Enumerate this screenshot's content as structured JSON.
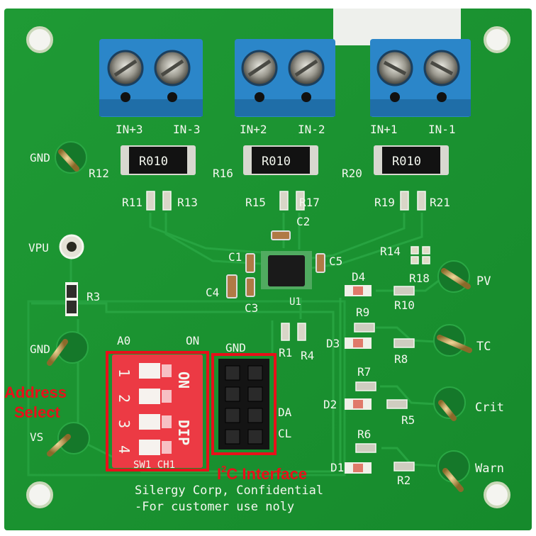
{
  "board": {
    "terminals": [
      {
        "pos": "IN+3",
        "neg": "IN-3"
      },
      {
        "pos": "IN+2",
        "neg": "IN-2"
      },
      {
        "pos": "IN+1",
        "neg": "IN-1"
      }
    ],
    "shunts": [
      {
        "label": "R12",
        "value": "R010"
      },
      {
        "label": "R16",
        "value": "R010"
      },
      {
        "label": "R20",
        "value": "R010"
      }
    ],
    "resistor_labels": {
      "r11": "R11",
      "r13": "R13",
      "r15": "R15",
      "r17": "R17",
      "r19": "R19",
      "r21": "R21",
      "r14": "R14",
      "r18": "R18",
      "r10": "R10",
      "r9": "R9",
      "r8": "R8",
      "r7": "R7",
      "r6": "R6",
      "r5": "R5",
      "r2": "R2",
      "r1": "R1",
      "r4": "R4",
      "r3": "R3"
    },
    "cap_labels": {
      "c1": "C1",
      "c2": "C2",
      "c3": "C3",
      "c4": "C4",
      "c5": "C5"
    },
    "ic_label": "U1",
    "led_labels": {
      "d1": "D1",
      "d2": "D2",
      "d3": "D3",
      "d4": "D4"
    },
    "left_pins": {
      "gnd_top": "GND",
      "vpu": "VPU",
      "gnd_mid": "GND",
      "vs": "VS"
    },
    "right_pins": {
      "pv": "PV",
      "tc": "TC",
      "crit": "Crit",
      "warn": "Warn"
    },
    "dip": {
      "a0": "A0",
      "on": "ON",
      "numbers": [
        "1",
        "2",
        "3",
        "4"
      ],
      "body_on": "ON",
      "body_dip": "DIP",
      "bottom": "SW1 CH1"
    },
    "header": {
      "gnd": "GND",
      "da": "DA",
      "cl": "CL"
    },
    "footer": {
      "line1": "Silergy Corp, Confidential",
      "line2": "-For customer use noly"
    }
  },
  "annotations": {
    "address_line1": "Address",
    "address_line2": "Select",
    "i2c_prefix": "I",
    "i2c_sup": "2",
    "i2c_rest": "C Interface"
  },
  "colors": {
    "pcb": "#1a8f2e",
    "pcb_dark": "#117224",
    "silk": "#f4f7ef",
    "terminal": "#2b86c9",
    "dip_red": "#e8323c",
    "highlight_red": "#e8101a"
  }
}
